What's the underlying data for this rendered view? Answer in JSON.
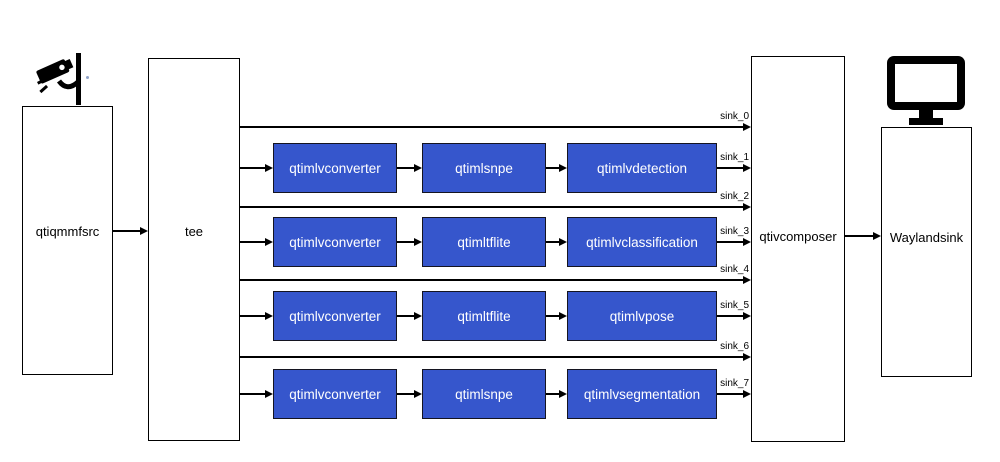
{
  "nodes": {
    "source": "qtiqmmfsrc",
    "tee": "tee",
    "composer": "qtivcomposer",
    "display_sink": "Waylandsink"
  },
  "rows": [
    {
      "sink": "sink_0",
      "boxes": []
    },
    {
      "sink": "sink_1",
      "boxes": [
        "qtimlvconverter",
        "qtimlsnpe",
        "qtimlvdetection"
      ]
    },
    {
      "sink": "sink_2",
      "boxes": []
    },
    {
      "sink": "sink_3",
      "boxes": [
        "qtimlvconverter",
        "qtimltflite",
        "qtimlvclassification"
      ]
    },
    {
      "sink": "sink_4",
      "boxes": []
    },
    {
      "sink": "sink_5",
      "boxes": [
        "qtimlvconverter",
        "qtimltflite",
        "qtimlvpose"
      ]
    },
    {
      "sink": "sink_6",
      "boxes": []
    },
    {
      "sink": "sink_7",
      "boxes": [
        "qtimlvconverter",
        "qtimlsnpe",
        "qtimlvsegmentation"
      ]
    }
  ],
  "icons": {
    "camera": "cctv-camera-icon",
    "monitor": "monitor-icon"
  },
  "colors": {
    "element_fill": "#3656CC",
    "element_text": "#FFFFFF",
    "line": "#000000",
    "node_border": "#000000",
    "background": "#FFFFFF"
  }
}
